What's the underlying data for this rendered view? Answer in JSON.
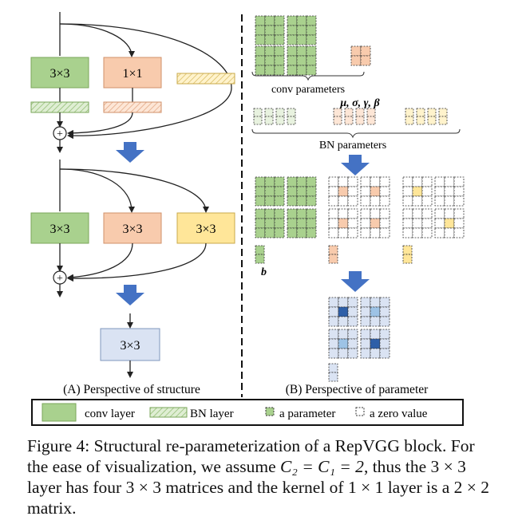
{
  "colors": {
    "conv_green": "#a9d18e",
    "conv_green_stroke": "#7aa65a",
    "conv1x1_orange": "#f8cbad",
    "conv1x1_stroke": "#d0906a",
    "conv3x3_yellow": "#ffe699",
    "conv3x3_yellow_stroke": "#c9a94a",
    "merged_blue": "#dae3f3",
    "merged_blue_stroke": "#7f97bd",
    "arrow_blue": "#4472c4",
    "dark_blue_param": "#2e5fa8",
    "light_blue_param": "#9dc3e6",
    "bn_hatch_green": "#a9d18e",
    "bn_hatch_orange": "#f8cbad",
    "bn_hatch_yellow": "#ffe699"
  },
  "left": {
    "block1": {
      "conv3": "3×3",
      "conv1": "1×1"
    },
    "block2": {
      "a": "3×3",
      "b": "3×3",
      "c": "3×3"
    },
    "block3": {
      "merged": "3×3"
    },
    "add_symbol": "+",
    "panel_label": "(A) Perspective of structure"
  },
  "right": {
    "conv_params_label": "conv parameters",
    "bn_symbols": "μ,  σ,  γ,  β",
    "bn_params_label": "BN parameters",
    "bias_label": "b",
    "panel_label": "(B) Perspective of parameter"
  },
  "legend": {
    "conv": "conv layer",
    "bn": "BN layer",
    "param": "a parameter",
    "zero": "a zero value"
  },
  "caption": {
    "prefix": "Figure 4:  Structural re-parameterization of a RepVGG block. For the ease of visualization, we assume ",
    "eq": "C₂ = C₁ = 2",
    "suffix": ", thus the 3 × 3 layer has four 3 × 3 matrices and the kernel of 1 × 1 layer is a 2 × 2 matrix."
  }
}
